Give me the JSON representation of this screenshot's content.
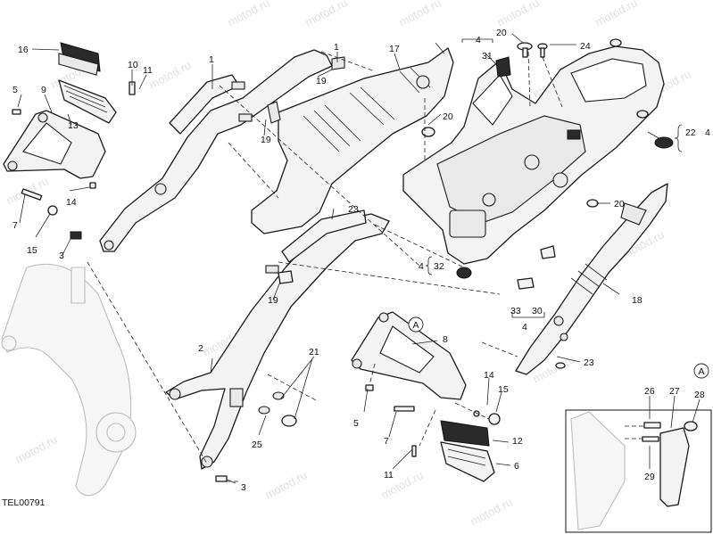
{
  "diagram": {
    "reference_code": "TEL00791",
    "watermark_text": "motod.ru",
    "detail_marker": "A",
    "callouts": {
      "c1a": "1",
      "c1b": "1",
      "c2": "2",
      "c3a": "3",
      "c3b": "3",
      "c4a": "4",
      "c4b": "4",
      "c4c": "4",
      "c4d": "4",
      "c5a": "5",
      "c5b": "5",
      "c6": "6",
      "c7a": "7",
      "c7b": "7",
      "c8": "8",
      "c9": "9",
      "c10": "10",
      "c11a": "11",
      "c11b": "11",
      "c12": "12",
      "c13": "13",
      "c14a": "14",
      "c14b": "14",
      "c15a": "15",
      "c15b": "15",
      "c16": "16",
      "c17": "17",
      "c18": "18",
      "c19a": "19",
      "c19b": "19",
      "c19c": "19",
      "c20a": "20",
      "c20b": "20",
      "c20c": "20",
      "c21": "21",
      "c22": "22",
      "c23a": "23",
      "c23b": "23",
      "c24": "24",
      "c25": "25",
      "c26": "26",
      "c27": "27",
      "c28": "28",
      "c29": "29",
      "c30": "30",
      "c31": "31",
      "c32": "32",
      "c33": "33"
    }
  }
}
